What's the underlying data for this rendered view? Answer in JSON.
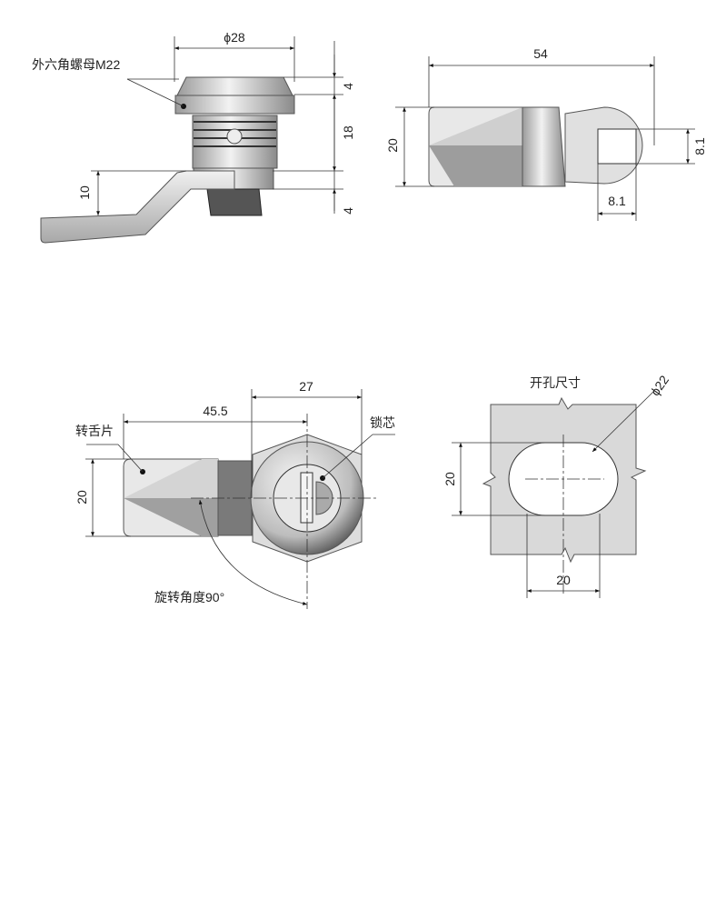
{
  "side_view": {
    "callout_nut": "外六角螺母M22",
    "dim_diameter": "ϕ28",
    "dim_cap": "4",
    "dim_body": "18",
    "dim_nut": "4",
    "dim_offset": "10"
  },
  "top_view": {
    "dim_length": "54",
    "dim_width": "20",
    "dim_square_h": "8.1",
    "dim_square_w": "8.1"
  },
  "front_view": {
    "callout_cam": "转舌片",
    "callout_core": "锁芯",
    "dim_length": "45.5",
    "dim_head": "27",
    "dim_width": "20",
    "rotation_label": "旋转角度90°"
  },
  "cutout_view": {
    "title": "开孔尺寸",
    "dim_diameter": "ϕ22",
    "dim_flat_v": "20",
    "dim_flat_h": "20"
  },
  "colors": {
    "line": "#333333",
    "metal_light": "#e6e6e6",
    "metal_dark": "#8c8c8c",
    "cutout": "#d9d9d9"
  }
}
